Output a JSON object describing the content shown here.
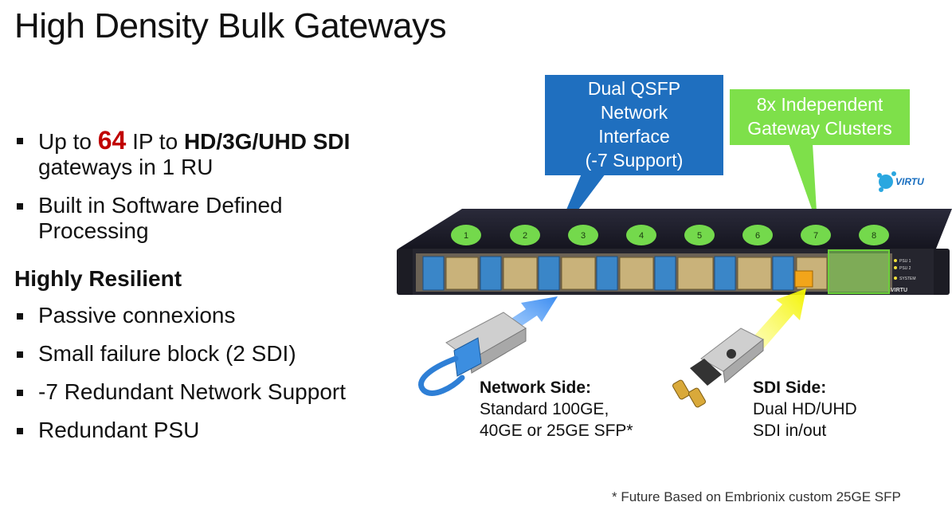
{
  "title": "High Density Bulk Gateways",
  "bullets": {
    "b1": {
      "pre": "Up to ",
      "num": "64",
      "mid": " IP to ",
      "bold": "HD/3G/UHD SDI",
      "post": " gateways in 1 RU"
    },
    "b2": "Built in Software Defined Processing",
    "section": "Highly Resilient",
    "b3": "Passive connexions",
    "b4": "Small failure block (2 SDI)",
    "b5": "-7 Redundant Network Support",
    "b6": "Redundant PSU"
  },
  "callouts": {
    "qsfp": [
      "Dual QSFP",
      "Network",
      "Interface",
      "(-7 Support)"
    ],
    "clusters": [
      "8x Independent",
      "Gateway Clusters"
    ]
  },
  "device": {
    "cluster_numbers": [
      "1",
      "2",
      "3",
      "4",
      "5",
      "6",
      "7",
      "8"
    ],
    "brand": "VIRTU",
    "leds": [
      "PSU 1",
      "PSU 2",
      "SYSTEM"
    ]
  },
  "network_side": {
    "heading": "Network Side:",
    "lines": [
      "Standard 100GE,",
      "40GE or 25GE SFP*"
    ]
  },
  "sdi_side": {
    "heading": "SDI Side:",
    "lines": [
      "Dual HD/UHD",
      "SDI in/out"
    ]
  },
  "footnote": "* Future Based on Embrionix custom 25GE SFP",
  "colors": {
    "callout_blue": "#1f6fbf",
    "callout_green": "#7ee04a",
    "highlight_red": "#c00000"
  }
}
